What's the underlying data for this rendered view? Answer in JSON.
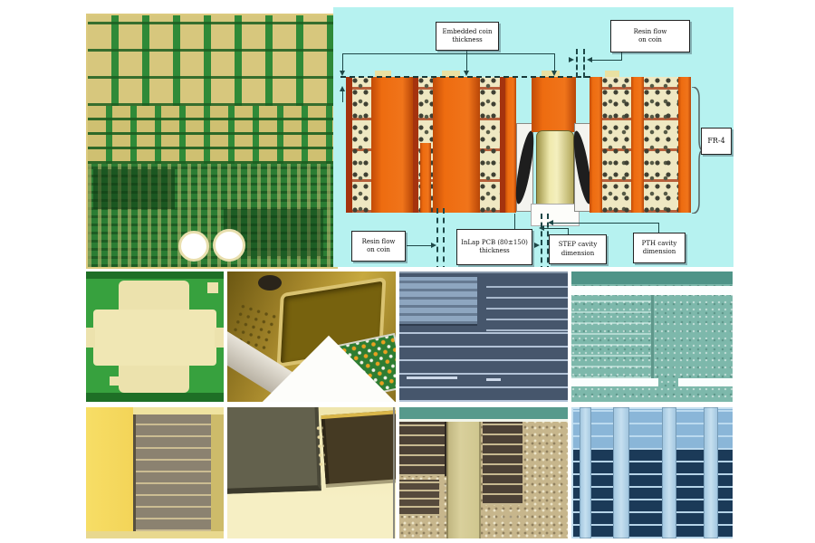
{
  "diagram": {
    "labels": {
      "embedded_coin": "Embedded coin\nthickness",
      "resin_flow_top": "Resin flow\non coin",
      "resin_flow_bottom": "Resin flow\non coin",
      "inlap": "InLap PCB (80±150)\nthickness",
      "step_cavity": "STEP cavity\ndimension",
      "pth_cavity": "PTH cavity\ndimension",
      "fr4": "FR-4"
    },
    "colors": {
      "background": "#b6f2f0",
      "slab_orange": "#ee6c10",
      "copper_red": "#a5330e",
      "prepreg_cream": "#efe8c2",
      "coin_yellow": "#e9e2a2",
      "annotation_line": "#1d4747"
    }
  },
  "photos": {
    "colors": {
      "pcb_green": "#2f8a38",
      "pad_gold": "#d7c77d",
      "micro_slate_blue": "#46566c",
      "micro_teal": "#7db8ab",
      "micro_yellow": "#f7de66",
      "micro_tan": "#c7b68c",
      "micro_navy": "#1b3a58",
      "micro_light_blue": "#c6e0f0"
    }
  }
}
